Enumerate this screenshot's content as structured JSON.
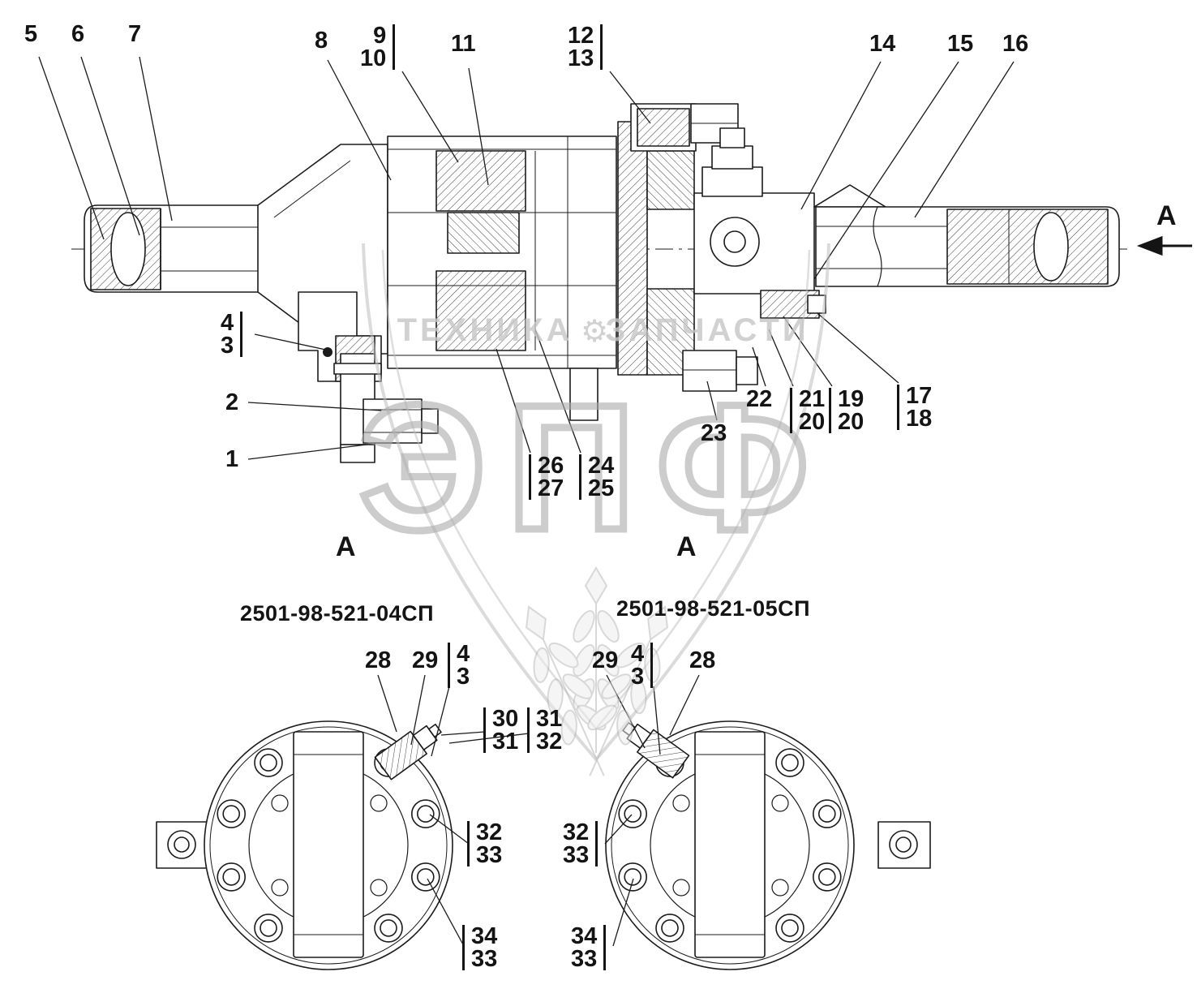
{
  "labels": {
    "section_arrow_letter": "А",
    "section_view_left": "А",
    "section_view_right": "А",
    "assembly_left": "2501-98-521-04СП",
    "assembly_right": "2501-98-521-05СП"
  },
  "watermark": {
    "brand": "ЭПФ",
    "tagline_left": "ТЕХНИКА",
    "tagline_right": "ЗАПЧАСТИ",
    "gear_icon_glyph": "⚙"
  },
  "callouts": {
    "top": {
      "n5": "5",
      "n6": "6",
      "n7": "7",
      "n8": "8",
      "n9": "9",
      "n10": "10",
      "n11": "11",
      "n12": "12",
      "n13": "13",
      "n14": "14",
      "n15": "15",
      "n16": "16"
    },
    "left": {
      "n4": "4",
      "n3": "3",
      "n2": "2",
      "n1": "1"
    },
    "center": {
      "n26": "26",
      "n27": "27",
      "n24": "24",
      "n25": "25",
      "n23": "23",
      "n22": "22",
      "n21": "21",
      "n20a": "20",
      "n19": "19",
      "n20b": "20",
      "n17": "17",
      "n18": "18"
    },
    "flange_left": {
      "n28": "28",
      "n29": "29",
      "n4": "4",
      "n3": "3",
      "n30": "30",
      "n31a": "31",
      "n31b": "31",
      "n32a": "32",
      "n32b": "32",
      "n33a": "33",
      "n34": "34",
      "n33b": "33"
    },
    "flange_right": {
      "n29": "29",
      "n4": "4",
      "n3": "3",
      "n28": "28",
      "n32": "32",
      "n33a": "33",
      "n34": "34",
      "n33b": "33"
    }
  }
}
